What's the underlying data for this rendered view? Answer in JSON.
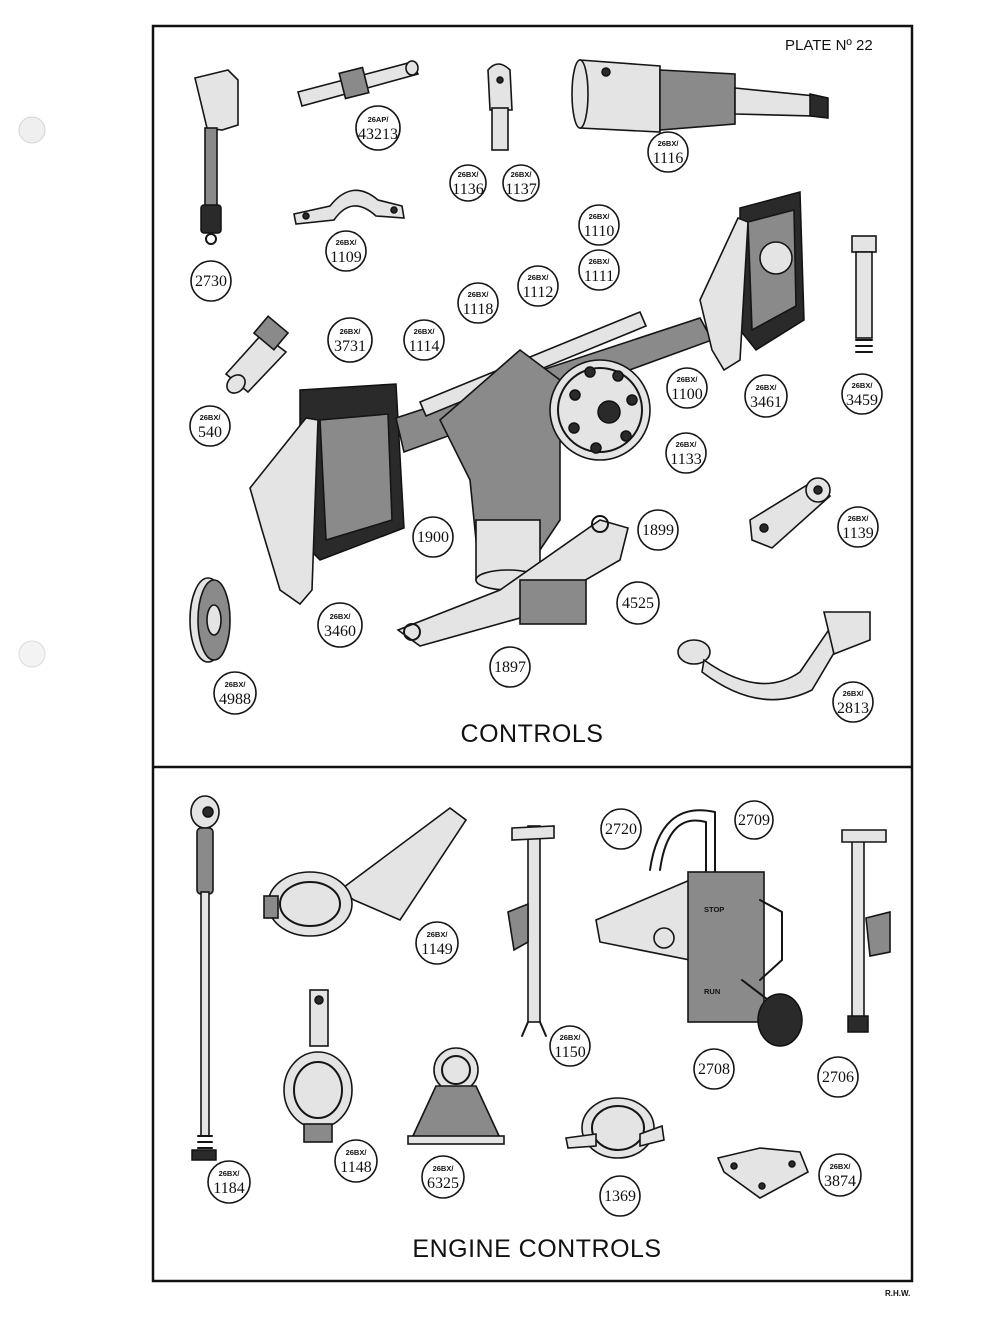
{
  "plate_label": "PLATE Nº 22",
  "sections": {
    "controls": {
      "title": "CONTROLS"
    },
    "engine_controls": {
      "title": "ENGINE CONTROLS"
    }
  },
  "parts": {
    "p2730": {
      "prefix": "",
      "number": "2730"
    },
    "p43213": {
      "prefix": "26AP/",
      "number": "43213"
    },
    "p1136": {
      "prefix": "26BX/",
      "number": "1136"
    },
    "p1137": {
      "prefix": "26BX/",
      "number": "1137"
    },
    "p1116": {
      "prefix": "26BX/",
      "number": "1116"
    },
    "p1109": {
      "prefix": "26BX/",
      "number": "1109"
    },
    "p1110": {
      "prefix": "26BX/",
      "number": "1110"
    },
    "p1111": {
      "prefix": "26BX/",
      "number": "1111"
    },
    "p1112": {
      "prefix": "26BX/",
      "number": "1112"
    },
    "p1118": {
      "prefix": "26BX/",
      "number": "1118"
    },
    "p3731": {
      "prefix": "26BX/",
      "number": "3731"
    },
    "p1114": {
      "prefix": "26BX/",
      "number": "1114"
    },
    "p540": {
      "prefix": "26BX/",
      "number": "540"
    },
    "p1100": {
      "prefix": "26BX/",
      "number": "1100"
    },
    "p3461": {
      "prefix": "26BX/",
      "number": "3461"
    },
    "p3459": {
      "prefix": "26BX/",
      "number": "3459"
    },
    "p1133": {
      "prefix": "26BX/",
      "number": "1133"
    },
    "p1139": {
      "prefix": "26BX/",
      "number": "1139"
    },
    "p1900": {
      "prefix": "",
      "number": "1900"
    },
    "p1899": {
      "prefix": "",
      "number": "1899"
    },
    "p4525": {
      "prefix": "",
      "number": "4525"
    },
    "p3460": {
      "prefix": "26BX/",
      "number": "3460"
    },
    "p4988": {
      "prefix": "26BX/",
      "number": "4988"
    },
    "p1897": {
      "prefix": "",
      "number": "1897"
    },
    "p2813": {
      "prefix": "26BX/",
      "number": "2813"
    },
    "p2720": {
      "prefix": "",
      "number": "2720"
    },
    "p2709": {
      "prefix": "",
      "number": "2709"
    },
    "p1149": {
      "prefix": "26BX/",
      "number": "1149"
    },
    "p1150": {
      "prefix": "26BX/",
      "number": "1150"
    },
    "p2708": {
      "prefix": "",
      "number": "2708"
    },
    "p2706": {
      "prefix": "",
      "number": "2706"
    },
    "p1148": {
      "prefix": "26BX/",
      "number": "1148"
    },
    "p6325": {
      "prefix": "26BX/",
      "number": "6325"
    },
    "p1369": {
      "prefix": "",
      "number": "1369"
    },
    "p3874": {
      "prefix": "26BX/",
      "number": "3874"
    },
    "p1184": {
      "prefix": "26BX/",
      "number": "1184"
    }
  },
  "plate_text": {
    "lever_top": "STOP",
    "lever_bottom": "RUN"
  },
  "signature": "R.H.W."
}
